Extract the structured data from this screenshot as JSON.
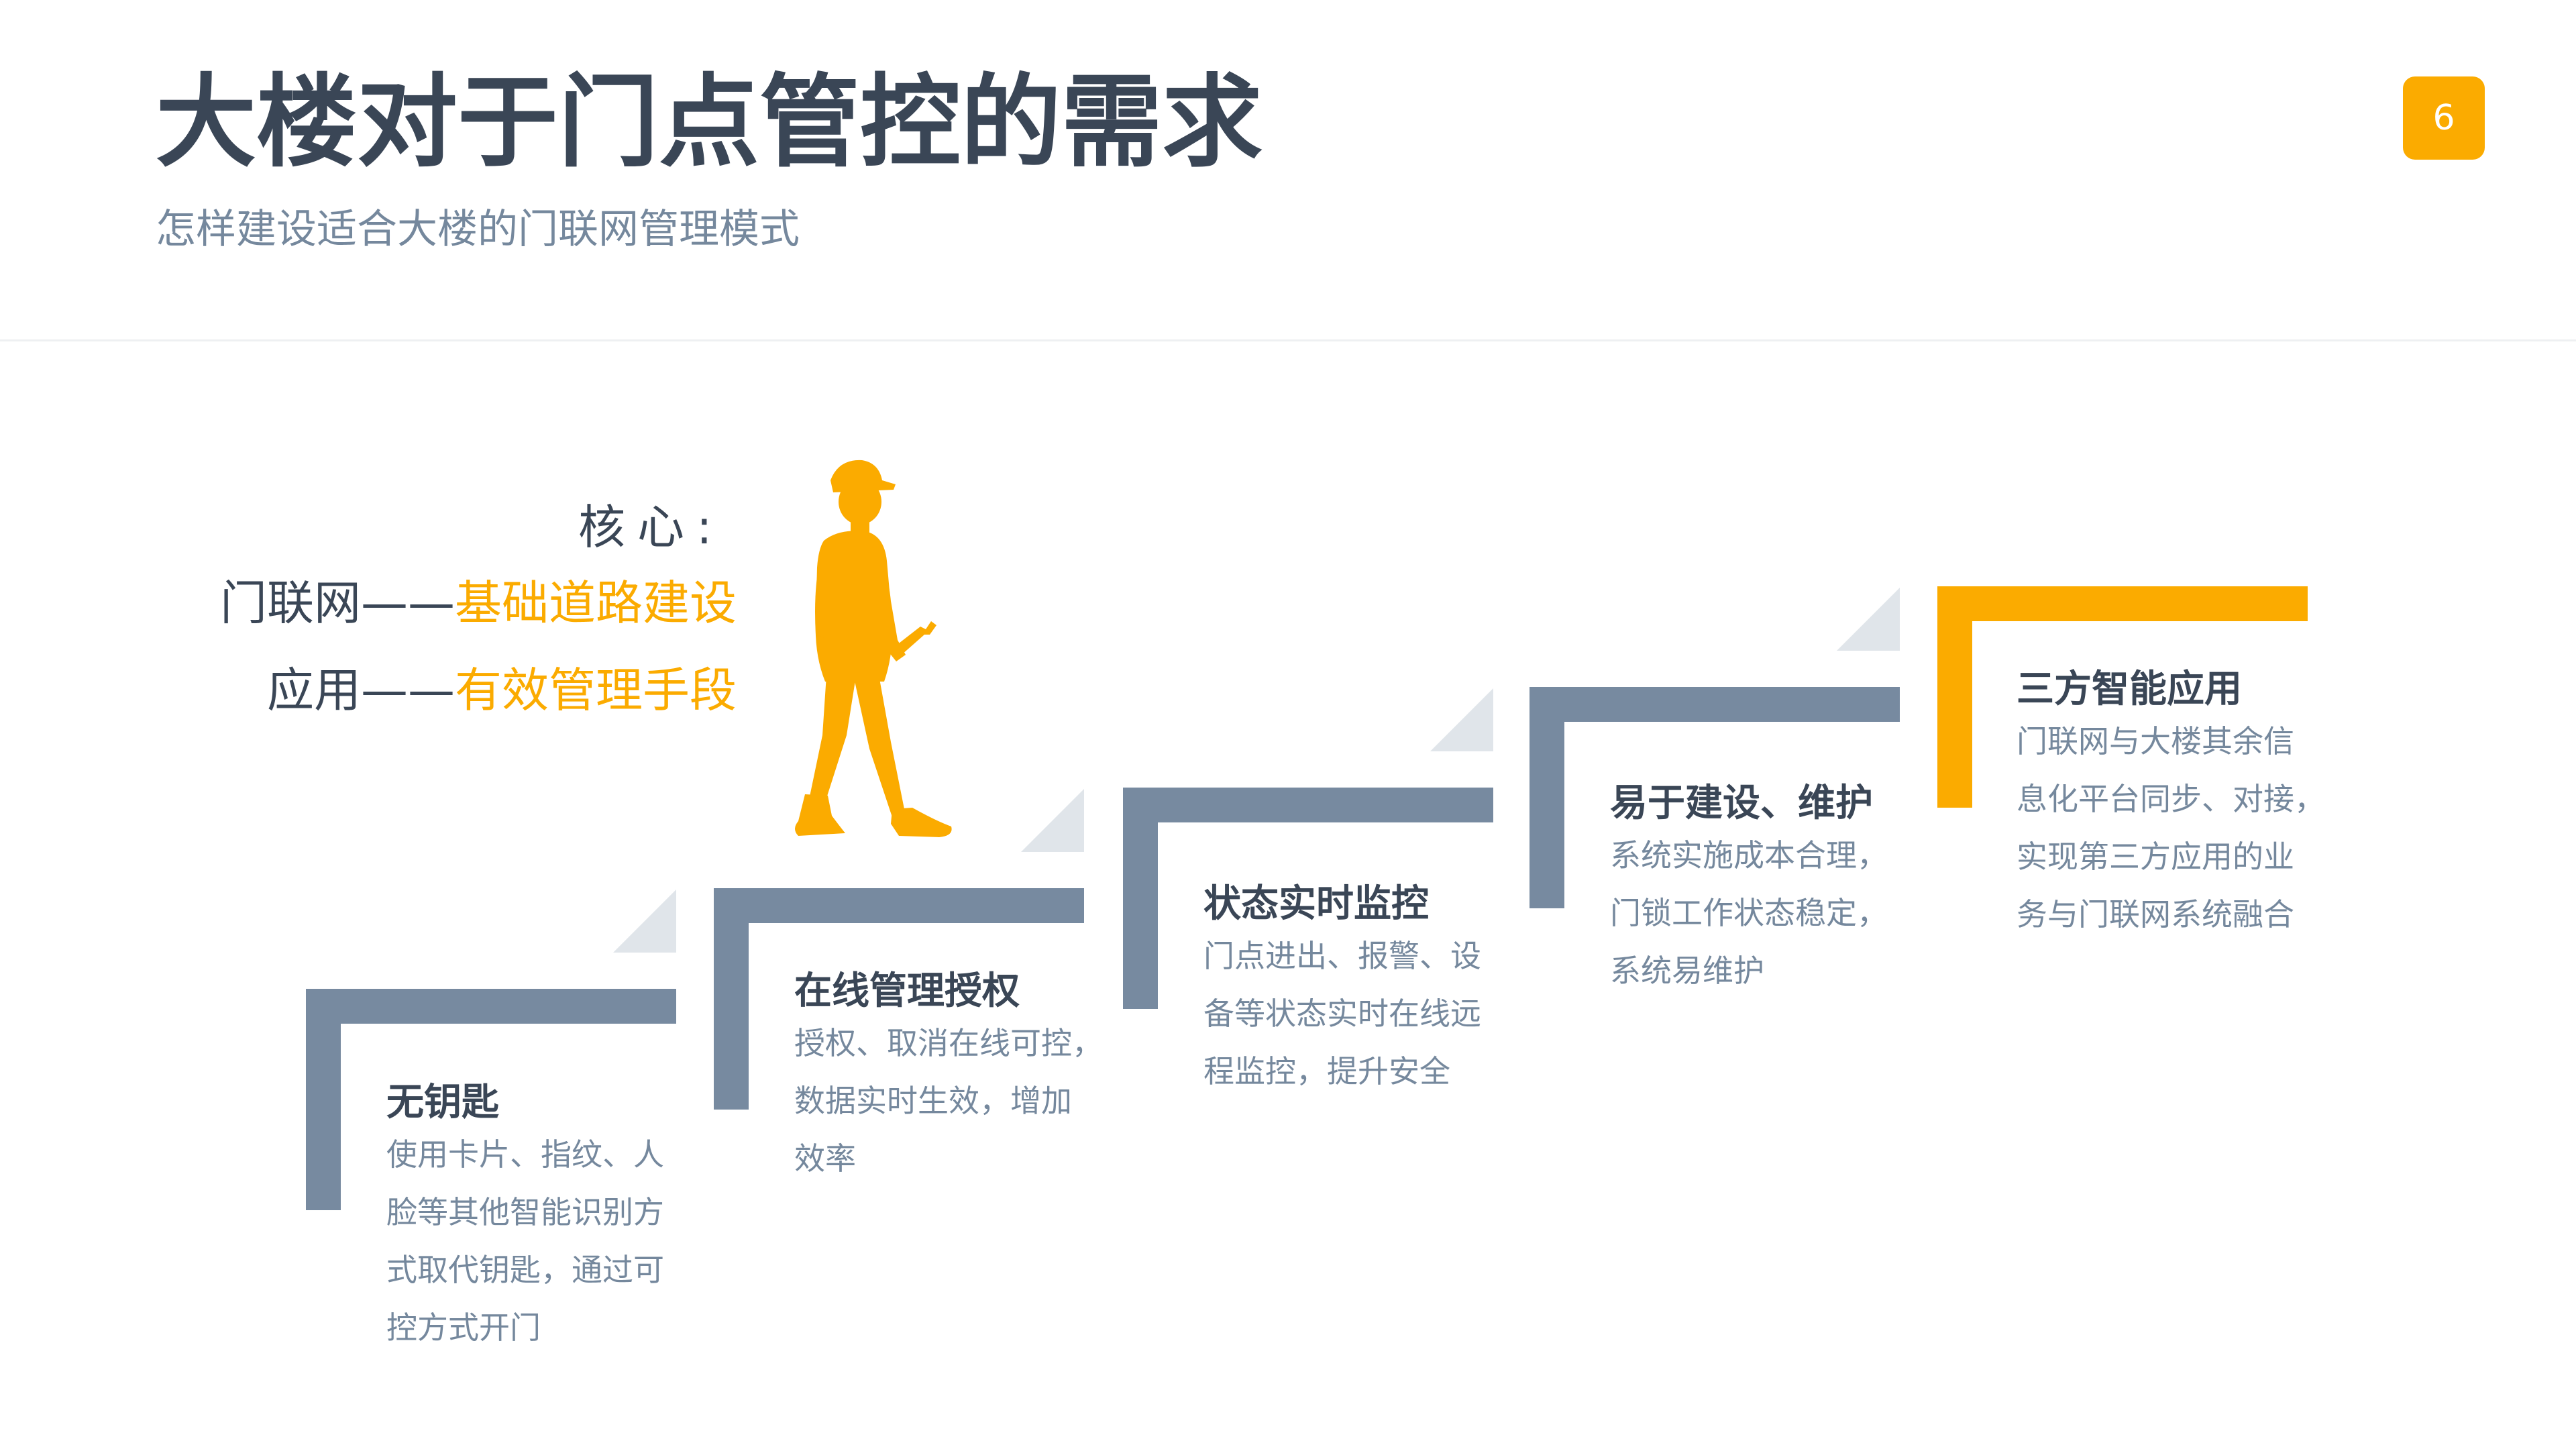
{
  "header": {
    "title": "大楼对于门点管控的需求",
    "subtitle": "怎样建设适合大楼的门联网管理模式",
    "page_number": "6"
  },
  "core": {
    "label": "核心:",
    "line1_prefix": "门联网",
    "line1_dash": "——",
    "line1_highlight": "基础道路建设",
    "line2_prefix": "应用",
    "line2_dash": "——",
    "line2_highlight": "有效管理手段"
  },
  "steps": [
    {
      "title": "无钥匙",
      "desc": [
        "使用卡片、指纹、人",
        "脸等其他智能识别方",
        "式取代钥匙，通过可",
        "控方式开门"
      ]
    },
    {
      "title": "在线管理授权",
      "desc": [
        "授权、取消在线可控，",
        "数据实时生效，增加",
        "效率"
      ]
    },
    {
      "title": "状态实时监控",
      "desc": [
        "门点进出、报警、设",
        "备等状态实时在线远",
        "程监控，提升安全"
      ]
    },
    {
      "title": "易于建设、维护",
      "desc": [
        "系统实施成本合理，",
        "门锁工作状态稳定，",
        "系统易维护"
      ]
    },
    {
      "title": "三方智能应用",
      "desc": [
        "门联网与大楼其余信",
        "息化平台同步、对接，",
        "实现第三方应用的业",
        "务与门联网系统融合"
      ]
    }
  ],
  "colors": {
    "accent": "#fbab00",
    "step_gray": "#778aa0",
    "triangle": "#e0e5ea",
    "title_text": "#3a4656",
    "body_text": "#75889d"
  },
  "icons": [
    "walking-worker-icon"
  ]
}
